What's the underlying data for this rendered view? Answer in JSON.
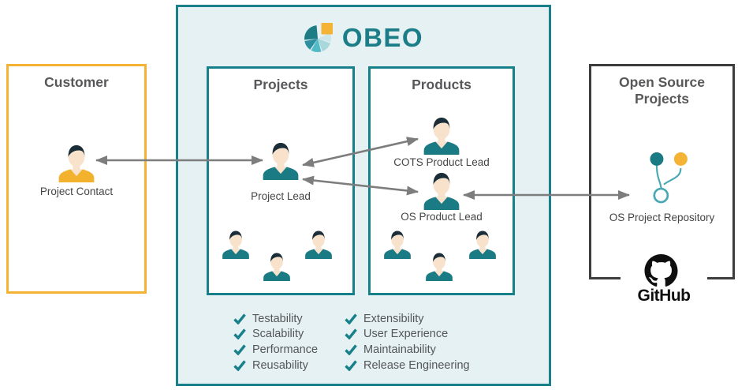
{
  "diagram": {
    "logo": {
      "text": "OBEO"
    },
    "customer": {
      "title": "Customer",
      "contact_label": "Project Contact"
    },
    "projects": {
      "title": "Projects",
      "lead_label": "Project Lead"
    },
    "products": {
      "title": "Products",
      "cots_lead_label": "COTS Product Lead",
      "os_lead_label": "OS Product Lead"
    },
    "open_source": {
      "title": "Open Source Projects",
      "repo_label": "OS Project Repository",
      "github_label": "GitHub"
    },
    "checklist_left": [
      "Testability",
      "Scalability",
      "Performance",
      "Reusability"
    ],
    "checklist_right": [
      "Extensibility",
      "User Experience",
      "Maintainability",
      "Release Engineering"
    ],
    "colors": {
      "teal": "#17808A",
      "light_teal_bg": "#E5F1F2",
      "yellow": "#F5B335",
      "dark_border": "#3D3D3D",
      "title_gray": "#58585A",
      "arrow_gray": "#7D7D7D"
    }
  }
}
